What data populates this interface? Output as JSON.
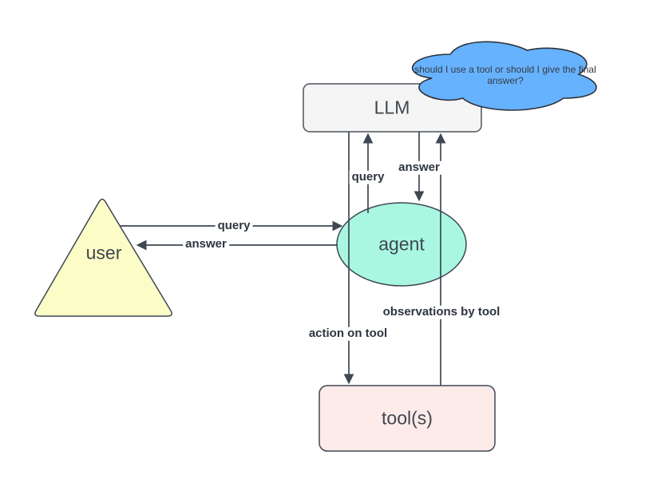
{
  "diagram": {
    "nodes": {
      "user": {
        "label": "user",
        "fill": "#fcfcc6"
      },
      "llm": {
        "label": "LLM",
        "fill": "#f5f5f5"
      },
      "agent": {
        "label": "agent",
        "fill": "#a9f7e1"
      },
      "tools": {
        "label": "tool(s)",
        "fill": "#fcebe9"
      },
      "thought": {
        "label": "should I use a tool or should I give the final answer?",
        "fill": "#66b2ff"
      }
    },
    "edges": {
      "user_query": {
        "label": "query"
      },
      "user_answer": {
        "label": "answer"
      },
      "llm_query": {
        "label": "query"
      },
      "llm_answer": {
        "label": "answer"
      },
      "tool_action": {
        "label": "action on tool"
      },
      "tool_observe": {
        "label": "observations by tool"
      }
    },
    "colors": {
      "stroke": "#3e4752",
      "cloud_stroke": "#2c323b",
      "edge_label_text": "#2e3540",
      "node_label_text": "#3f4750"
    }
  }
}
